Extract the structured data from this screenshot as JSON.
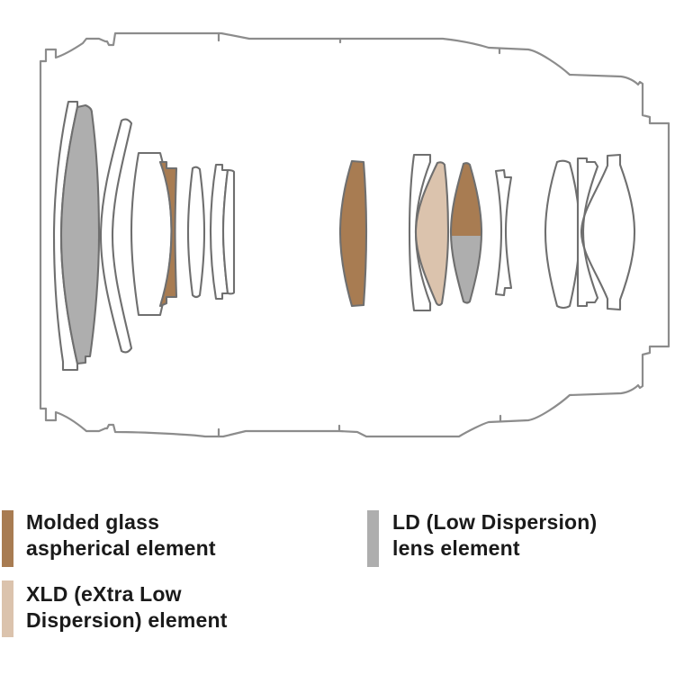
{
  "colors": {
    "background": "#FFFFFF",
    "barrel_outline": "#8C8C8C",
    "element_outline": "#6F6F6F",
    "element_fill": "#FFFFFF",
    "aspherical": "#A87C52",
    "xld": "#DBC3AD",
    "ld": "#AEAEAE",
    "text": "#1A1A1A"
  },
  "legend": {
    "items": [
      {
        "id": "molded-aspherical",
        "line1": "Molded glass",
        "line2": "aspherical element"
      },
      {
        "id": "xld",
        "line1": "XLD (eXtra Low",
        "line2": "Dispersion) element"
      },
      {
        "id": "ld",
        "line1": "LD (Low Dispersion)",
        "line2": "lens element"
      }
    ]
  }
}
